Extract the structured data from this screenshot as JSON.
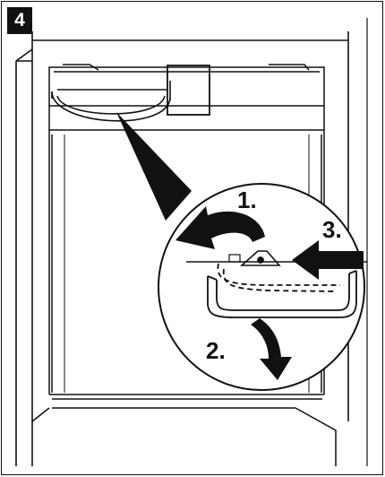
{
  "step": {
    "number": "4"
  },
  "callouts": {
    "step1": "1.",
    "step2": "2.",
    "step3": "3."
  },
  "icons": {
    "rotate_arrow": "curved-arrow-counterclockwise-icon",
    "pull_arrow": "curved-arrow-down-icon",
    "push_arrow": "straight-arrow-left-icon"
  },
  "colors": {
    "line": "#111111",
    "arrow_fill": "#111111",
    "background": "#ffffff"
  }
}
